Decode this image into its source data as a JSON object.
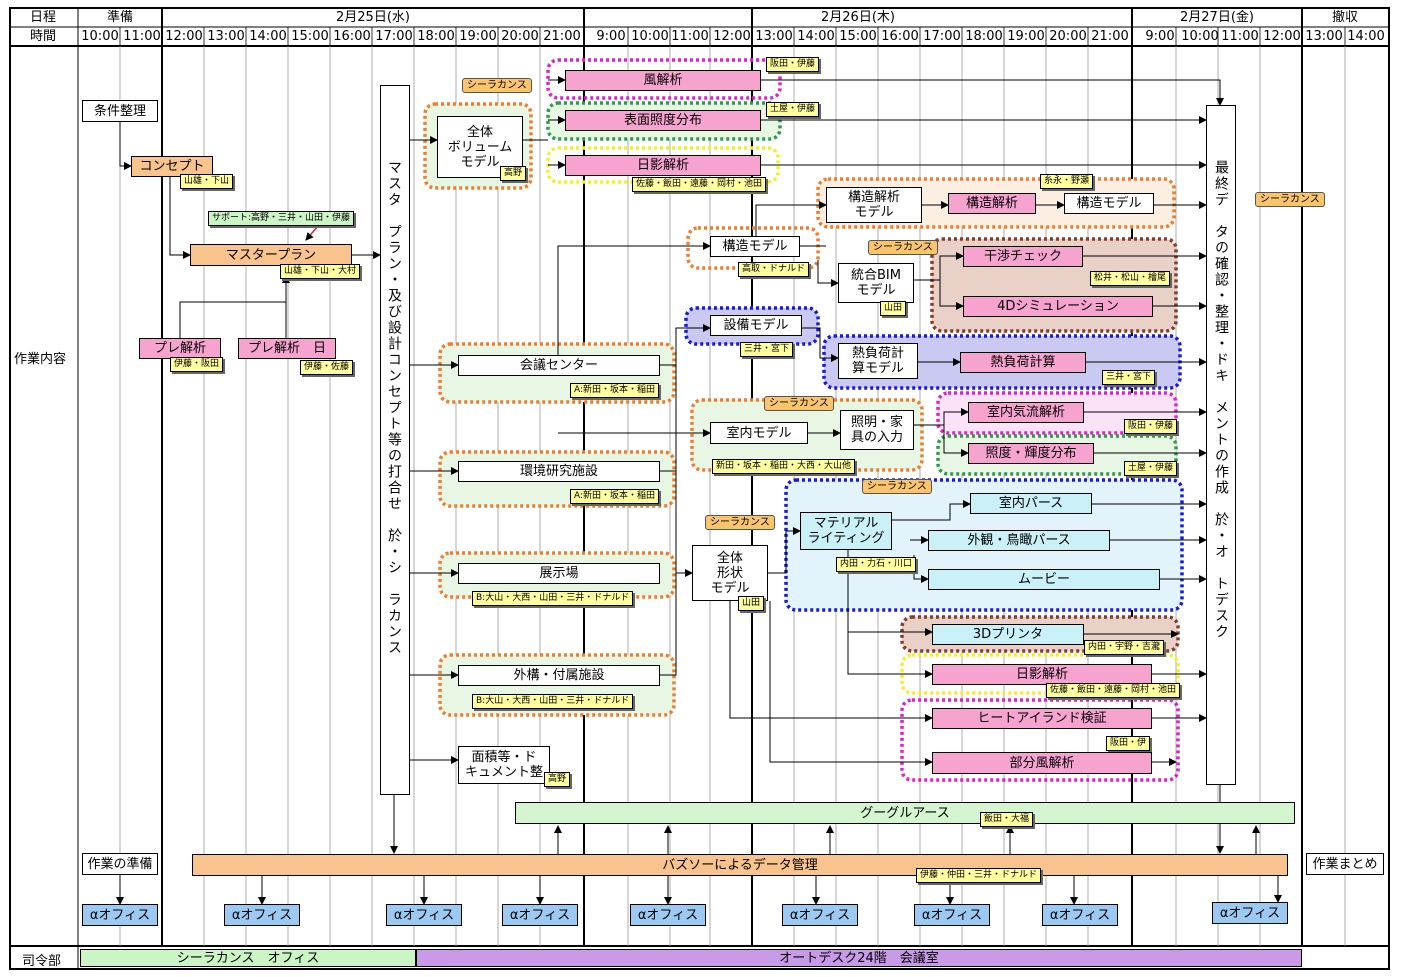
{
  "header": {
    "row1_label": "日程",
    "row2_label": "時間",
    "prep": "準備",
    "day1": "2月25日(水)",
    "day2": "2月26日(木)",
    "day3": "2月27日(金)",
    "teardown": "撤収",
    "times": [
      "10:00",
      "11:00",
      "12:00",
      "13:00",
      "14:00",
      "15:00",
      "16:00",
      "17:00",
      "18:00",
      "19:00",
      "20:00",
      "21:00",
      "9:00",
      "10:00",
      "11:00",
      "12:00",
      "13:00",
      "14:00",
      "15:00",
      "16:00",
      "17:00",
      "18:00",
      "19:00",
      "20:00",
      "21:00",
      "9:00",
      "10:00",
      "11:00",
      "12:00",
      "13:00",
      "14:00"
    ]
  },
  "labels": {
    "work": "作業内容",
    "hq": "司令部"
  },
  "tasks": {
    "conditions": "条件整理",
    "concept": "コンセプト",
    "support": "サポート:高野・三井・山田・伊藤",
    "master_plan": "マスタープラン",
    "pre_analysis_a": "プレ解析",
    "pre_analysis_b": "プレ解析　日",
    "master_vertical": "マスタ　プラン・及び設計コンセプト等の打合せ　於・シ　ラカンス",
    "volume_model": "全体\nボリューム\nモデル",
    "wind": "風解析",
    "illum_surface": "表面照度分布",
    "shadow": "日影解析",
    "struct_analysis_model": "構造解析\nモデル",
    "struct_analysis": "構造解析",
    "struct_model_right": "構造モデル",
    "struct_model": "構造モデル",
    "clash": "干渉チェック",
    "bim": "統合BIM\nモデル",
    "sim4d": "4Dシミュレーション",
    "mep_model": "設備モデル",
    "heat_model": "熱負荷計\n算モデル",
    "heat_calc": "熱負荷計算",
    "conference": "会議センター",
    "indoor_model": "室内モデル",
    "lighting_input": "照明・家\n具の入力",
    "indoor_air": "室内気流解析",
    "illum_lum": "照度・輝度分布",
    "env_lab": "環境研究施設",
    "whole_shape": "全体\n形状\nモデル",
    "material": "マテリアル\nライティング",
    "indoor_perspective": "室内パース",
    "exterior_perspective": "外観・鳥瞰パース",
    "movie": "ムービー",
    "exhibition": "展示場",
    "printer3d": "3Dプリンタ",
    "shadow2": "日影解析",
    "exterior": "外構・付属施設",
    "heat_island": "ヒートアイランド検証",
    "partial_wind": "部分風解析",
    "area_doc": "面積等・ド\nキュメント整",
    "google_earth": "グーグルアース",
    "prep_work": "作業の準備",
    "buzzsaw": "バズソーによるデータ管理",
    "wrap_up": "作業まとめ",
    "final": "最終デ　タの確認・整理・ドキ　メントの作成　於・オ　トデスク"
  },
  "tags": {
    "concept": "山雄・下山",
    "master_plan": "山雄・下山・大村",
    "pre_a": "伊藤・阪田",
    "pre_b": "伊藤・佐藤",
    "wind": "阪田・伊藤",
    "illum_surface": "土屋・伊藤",
    "volume": "高野",
    "shadow": "佐藤・飯田・遠藤・岡村・池田",
    "struct_analysis": "糸永・野瀬",
    "struct_model": "高取・ドナルド",
    "clash": "松井・松山・檜尾",
    "bim": "山田",
    "mep": "三井・宮下",
    "heat": "三井・宮下",
    "conference": "A:新田・坂本・稲田",
    "indoor": "新田・坂本・稲田・大西・大山他",
    "indoor_air": "阪田・伊藤",
    "illum_lum": "土屋・伊藤",
    "env_lab": "A:新田・坂本・稲田",
    "material": "内田・力石・川口",
    "whole_shape": "山田",
    "exhibition": "B:大山・大西・山田・三井・ドナルド",
    "printer3d": "内田・宇野・吉瀧",
    "shadow2": "佐藤・飯田・遠藤・岡村・池田",
    "exterior": "B:大山・大西・山田・三井・ドナルド",
    "heat_island": "阪田・伊",
    "area_doc": "高野",
    "google_earth": "飯田・大福",
    "buzzsaw": "伊藤・仲田・三井・ドナルド"
  },
  "callouts": {
    "c1": "シーラカンス",
    "c2": "シーラカンス",
    "c3": "シーラカンス",
    "c4": "シーラカンス",
    "c5": "シーラカンス",
    "c6": "シーラカンス"
  },
  "offices": [
    "αオフィス",
    "αオフィス",
    "αオフィス",
    "αオフィス",
    "αオフィス",
    "αオフィス",
    "αオフィス",
    "αオフィス",
    "αオフィス"
  ],
  "locations": {
    "coelacanth_office": "シーラカンス　オフィス",
    "autodesk_room": "オートデスク24階　会議室"
  },
  "colors": {
    "pink": "#f7a3d0",
    "orange_task": "#f9c38e",
    "cyan": "#c9f1f7",
    "mint": "#d4f5cf",
    "blue": "#9cc9f1",
    "tag_yellow": "#ffff9e",
    "loc_green": "#ccf5c6",
    "loc_purple": "#c99ae8",
    "grp_orange": "#f07d2a",
    "grp_magenta": "#e020d0",
    "grp_green": "#2f9a4a",
    "grp_yellow": "#f2f020",
    "grp_blue": "#1a1ad8",
    "grp_brown": "#8a3a28"
  }
}
